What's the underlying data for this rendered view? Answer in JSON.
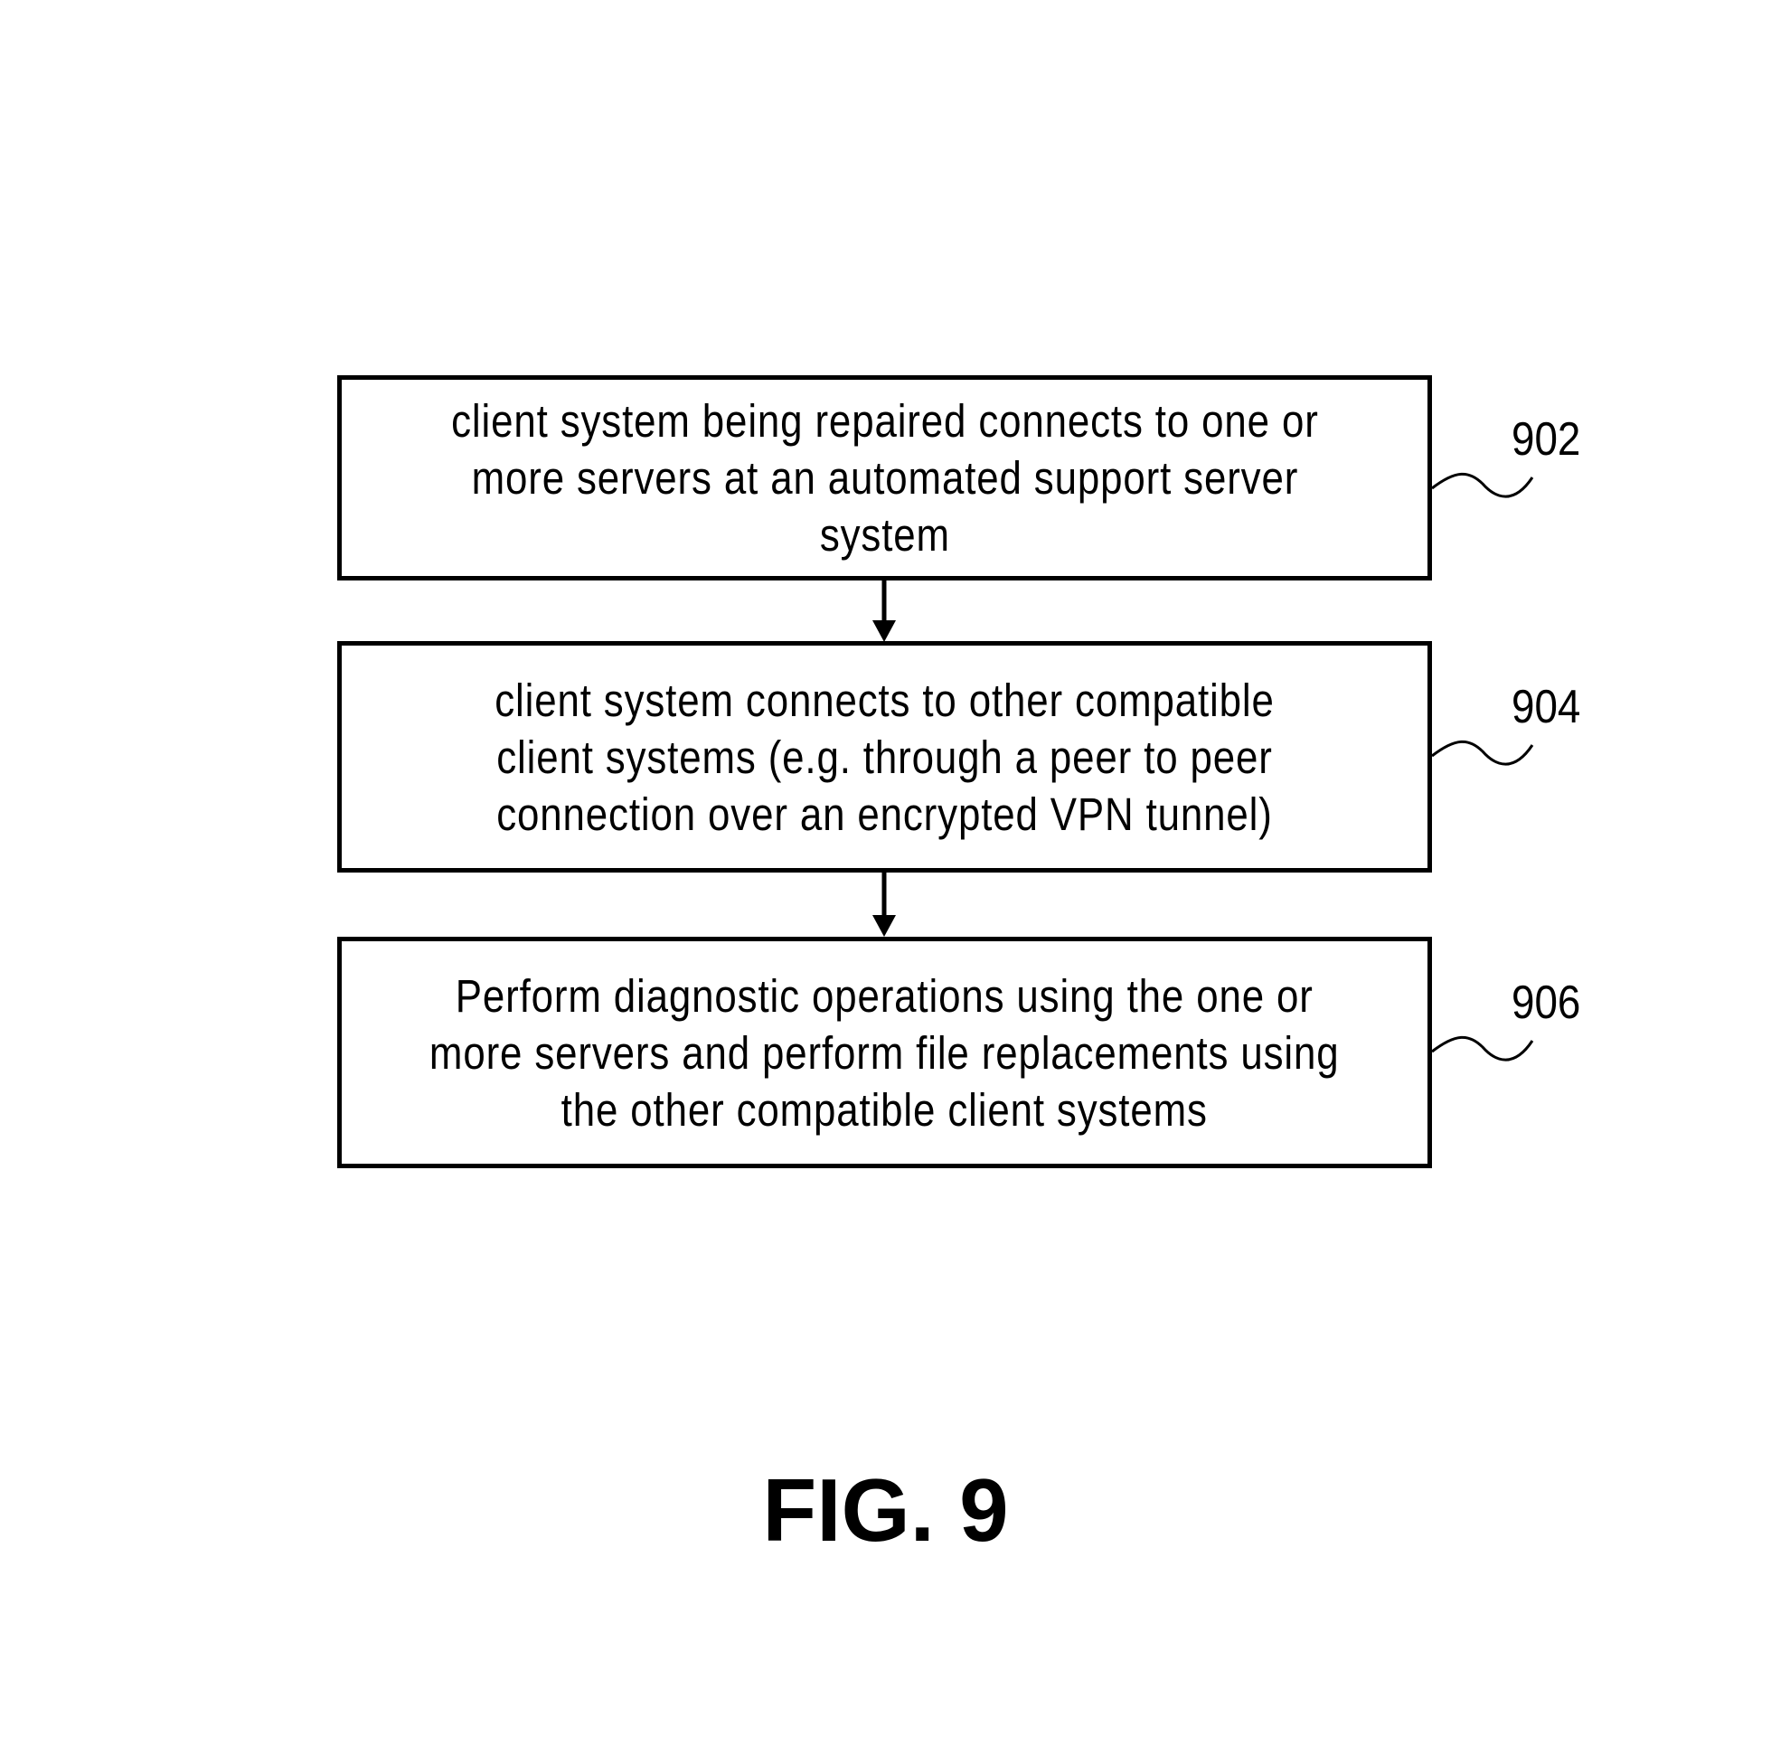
{
  "steps": [
    {
      "ref": "902",
      "text": "client system being repaired connects to one or\nmore servers at an automated support server\nsystem"
    },
    {
      "ref": "904",
      "text": "client system connects to other compatible\nclient systems (e.g. through a peer to peer\nconnection over an encrypted VPN tunnel)"
    },
    {
      "ref": "906",
      "text": "Perform diagnostic operations using the one or\nmore servers and perform file replacements using\nthe other compatible client systems"
    }
  ],
  "figure_label": "FIG. 9"
}
